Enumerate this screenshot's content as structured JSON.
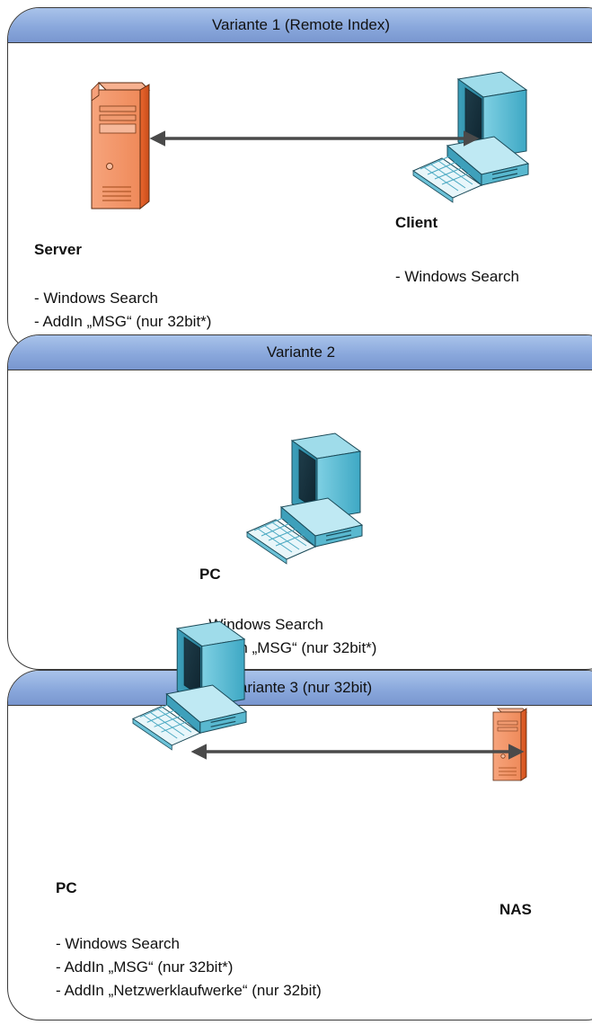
{
  "variants": [
    {
      "title": "Variante 1 (Remote Index)",
      "left_device": {
        "label": "Server",
        "features": [
          "- Windows Search",
          "- AddIn „MSG“ (nur 32bit*)"
        ]
      },
      "right_device": {
        "label": "Client",
        "features": [
          "- Windows Search"
        ]
      }
    },
    {
      "title": "Variante 2",
      "device": {
        "label": "PC",
        "features": [
          "- Windows Search",
          "- AddIn „MSG“ (nur 32bit*)"
        ]
      }
    },
    {
      "title": "Variante 3 (nur 32bit)",
      "left_device": {
        "label": "PC",
        "features": [
          "- Windows Search",
          "- AddIn „MSG“ (nur 32bit*)",
          "- AddIn „Netzwerklaufwerke“ (nur 32bit)"
        ]
      },
      "right_device": {
        "label": "NAS"
      }
    }
  ],
  "colors": {
    "header_blue": "#8aa8dc",
    "server_orange": "#e8622a",
    "pc_teal": "#3aa6c2",
    "arrow_gray": "#4a4a4a"
  },
  "icons": [
    "server-icon",
    "pc-icon",
    "nas-icon",
    "bidirectional-arrow-icon"
  ]
}
